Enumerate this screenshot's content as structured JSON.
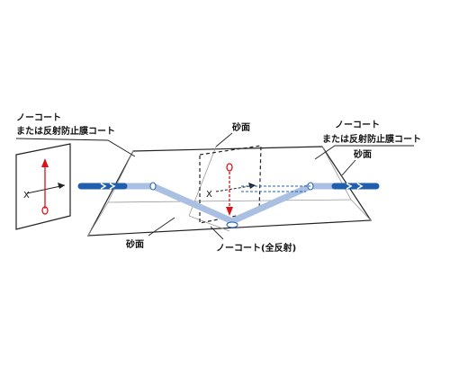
{
  "labels": {
    "left_coat_line1": "ノーコート",
    "left_coat_line2": "または反射防止膜コート",
    "top_sand": "砂面",
    "right_coat_line1": "ノーコート",
    "right_coat_line2": "または反射防止膜コート",
    "right_sand": "砂面",
    "bottom_sand": "砂面",
    "bottom_coat": "ノーコート(全反射)"
  },
  "axis_letter": "X",
  "colors": {
    "beam_dark": "#1f5fae",
    "beam_light": "#a9c0e2",
    "arrow_red": "#d7141a",
    "outline": "#222222"
  }
}
